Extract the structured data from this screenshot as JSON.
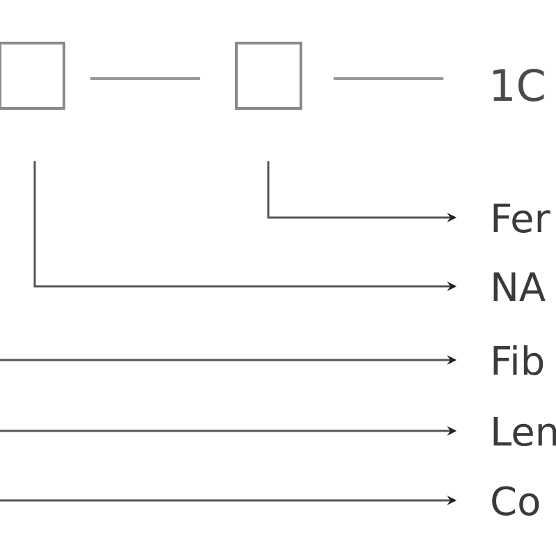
{
  "code_suffix": "1C",
  "labels": [
    "Fer",
    "NA",
    "Fib",
    "Len",
    "Co"
  ],
  "colors": {
    "box": "#8a8a8a",
    "dash": "#9a9a9a",
    "arrow": "#222222",
    "text": "#3a3a3a"
  }
}
